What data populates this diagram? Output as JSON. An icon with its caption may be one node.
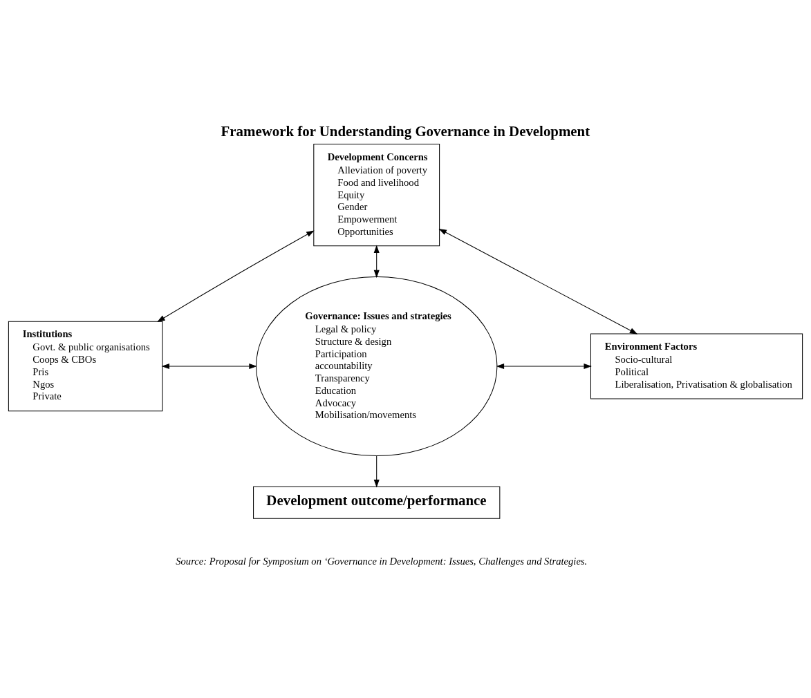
{
  "diagram": {
    "title": "Framework for Understanding Governance in Development",
    "nodes": [
      {
        "text": [
          "Development Concerns",
          "Alleviation of poverty",
          "Food and livelihood",
          "Equity",
          "Gender",
          "Empowerment",
          "Opportunities"
        ]
      },
      {
        "text": [
          "Institutions",
          "Govt. & public organisations",
          "Coops & CBOs",
          "Pris",
          "Ngos",
          "Private"
        ]
      },
      {
        "text": [
          "Governance: Issues and strategies",
          "Legal & policy",
          "Structure & design",
          "Participation",
          "accountability",
          "Transparency",
          "Education",
          "Advocacy",
          "Mobilisation/movements"
        ]
      },
      {
        "text": [
          "Environment Factors",
          "Socio-cultural",
          "Political",
          "Liberalisation, Privatisation & globalisation"
        ]
      },
      {
        "text": [
          "Development outcome/performance"
        ]
      }
    ],
    "edges": [
      {
        "from": 0,
        "to": 1,
        "arrow": "both"
      },
      {
        "from": 0,
        "to": 3,
        "arrow": "both"
      },
      {
        "from": 0,
        "to": 2,
        "arrow": "both"
      },
      {
        "from": 1,
        "to": 2,
        "arrow": "both"
      },
      {
        "from": 2,
        "to": 3,
        "arrow": "both"
      },
      {
        "from": 2,
        "to": 4,
        "arrow": "to"
      }
    ],
    "labels": [
      "Source: Proposal for Symposium on ‘Governance in Development: Issues, Challenges and Strategies."
    ]
  }
}
